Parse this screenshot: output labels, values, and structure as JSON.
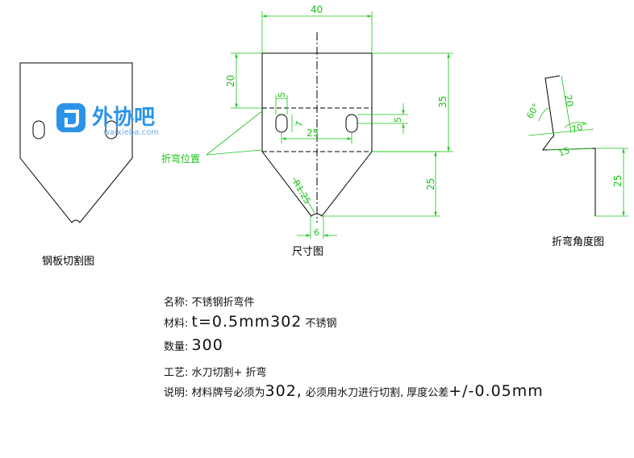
{
  "drawing": {
    "cut_view_caption": "钢板切割图",
    "size_view_caption": "尺寸图",
    "angle_view_caption": "折弯角度图",
    "bend_position_label": "折弯位置",
    "dimensions": {
      "top_width": "40",
      "upper_height": "20",
      "total_rect_height": "35",
      "slot_width": "5",
      "slot_height": "7",
      "slot_spacing": "25",
      "slot_offset": "5",
      "taper_height": "25",
      "tip_radius": "R1.25",
      "tip_width": "6"
    },
    "angle_dims": {
      "flange_length": "20",
      "angle_a": "60°",
      "angle_b": "70°",
      "middle_length": "15",
      "lower_length": "25"
    }
  },
  "watermark": {
    "brand": "外协吧",
    "domain": "waixieba.com",
    "brand_color": "#2a93e8"
  },
  "notes": {
    "name_label": "名称:",
    "name_value": "不锈钢折弯件",
    "material_label": "材料:",
    "material_spec": "t=0.5mm302",
    "material_value": "不锈钢",
    "quantity_label": "数量:",
    "quantity_value": "300",
    "process_label": "工艺:",
    "process_value": "水刀切割+ 折弯",
    "remark_label": "说明:",
    "remark_part1": "材料牌号必须为",
    "remark_grade": "302,",
    "remark_part2": "必须用水刀进行切割, 厚度公差",
    "remark_tolerance": "+/-0.05mm"
  }
}
